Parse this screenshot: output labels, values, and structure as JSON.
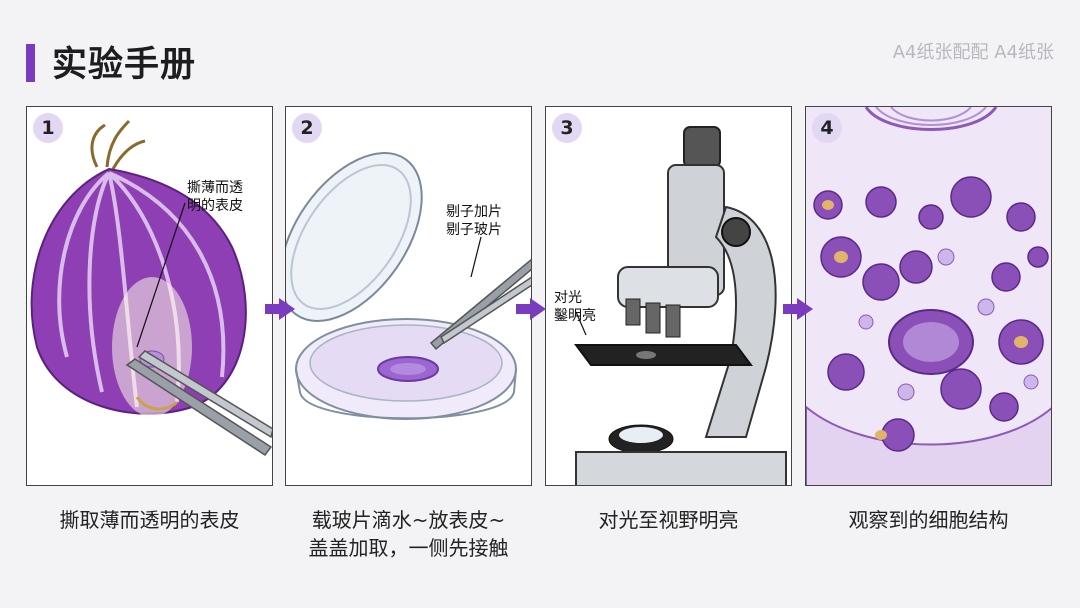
{
  "header": {
    "title": "实验手册",
    "watermark": "A4纸张配配 A4纸张"
  },
  "steps": [
    {
      "number": "1",
      "callout": "撕薄而透\n明的表皮",
      "caption": "撕取薄而透明的表皮"
    },
    {
      "number": "2",
      "callout": "剔子加片\n剔子玻片",
      "caption": "载玻片滴水~放表皮~\n盖盖加取，一侧先接触"
    },
    {
      "number": "3",
      "callout": "对光\n鑿明亮",
      "caption": "对光至视野明亮"
    },
    {
      "number": "4",
      "callout": "",
      "caption": "观察到的细胞结构"
    }
  ],
  "colors": {
    "accent": "#7a3bbf",
    "badge": "#e3d8f3",
    "arrow": "#7a3bbf"
  }
}
